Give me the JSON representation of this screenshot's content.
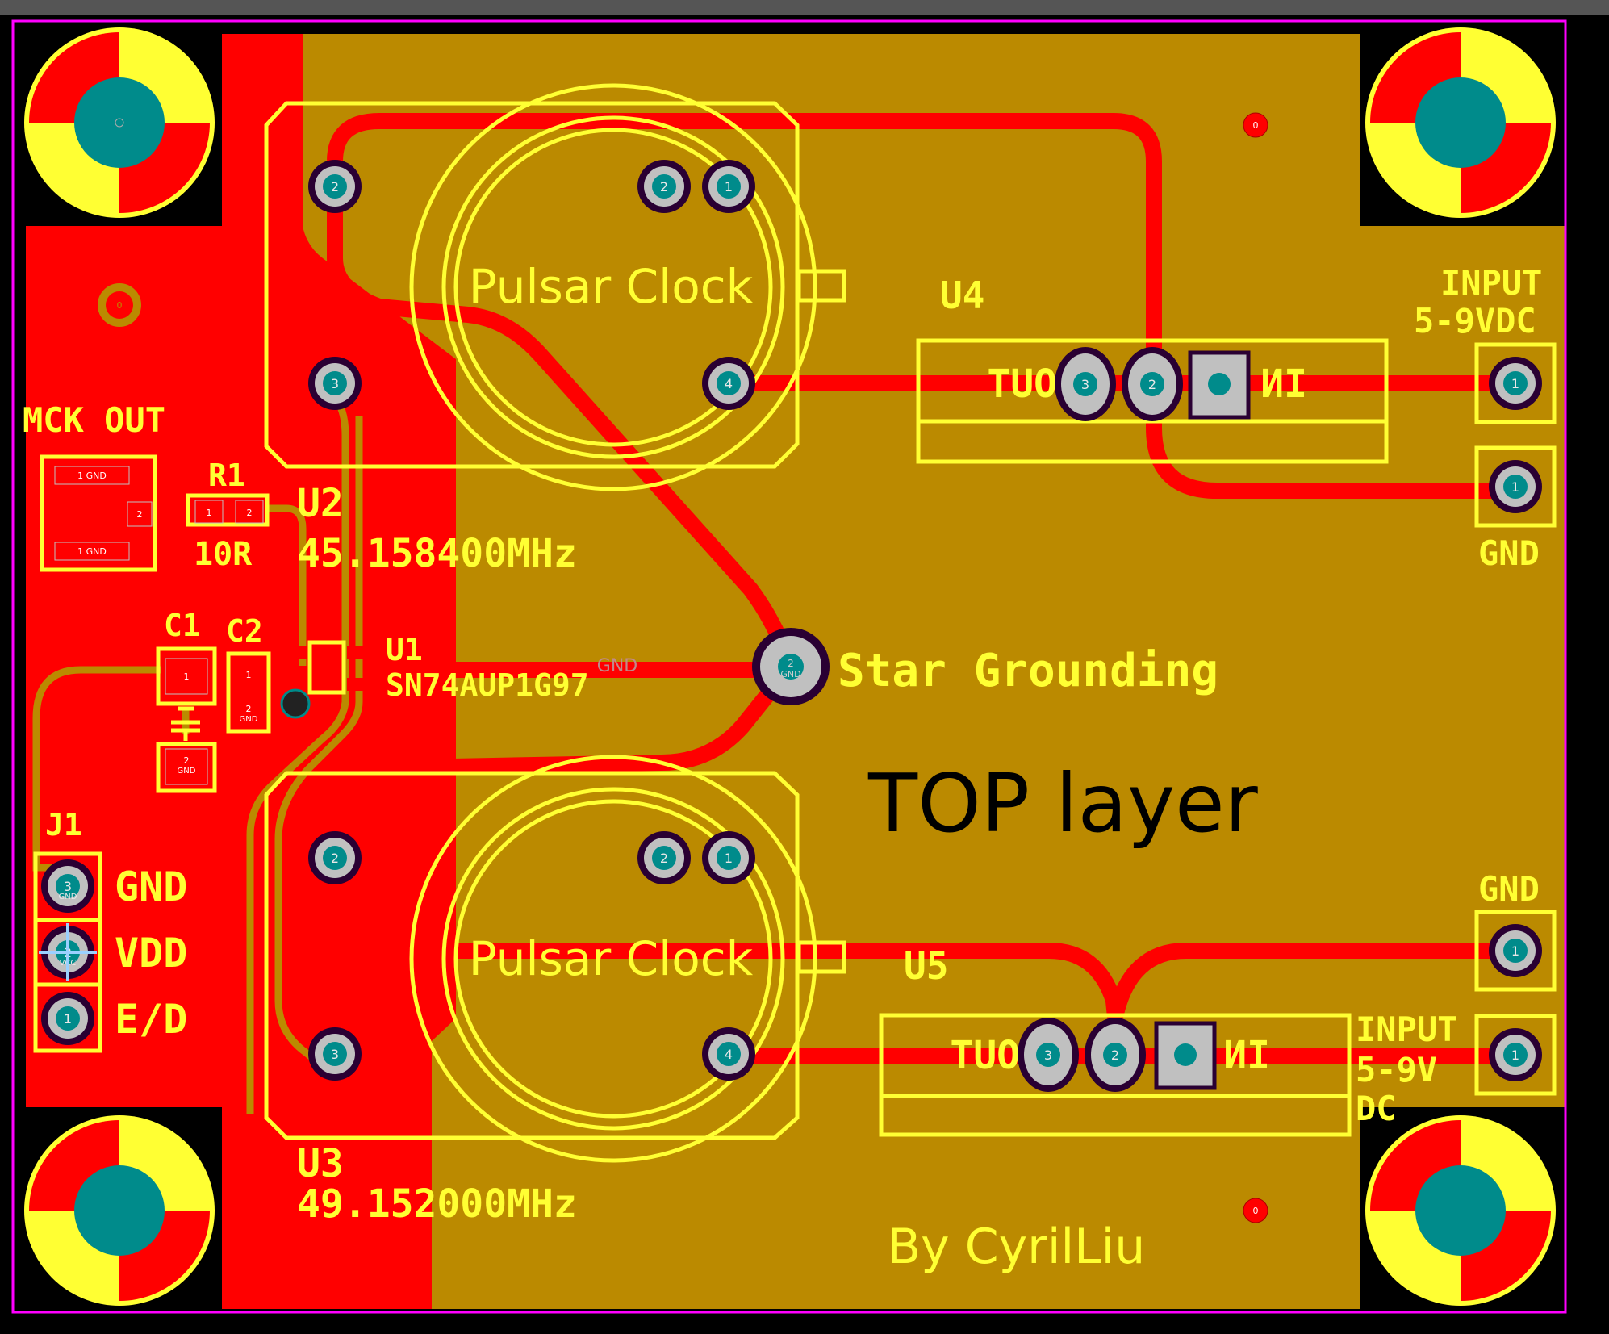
{
  "colors": {
    "background": "#000000",
    "top_copper": "#FF0000",
    "gnd_pour": "#BB8A00",
    "silkscreen": "#FFFF33",
    "pad": "#C0C0C0",
    "hole": "#008B8B",
    "outline": "#FF00FF",
    "layer_label": "#000000"
  },
  "layer_label": "TOP layer",
  "author": "By CyrilLiu",
  "star_ground_label": "Star Grounding",
  "mck_out": {
    "label": "MCK OUT",
    "pad_top": "1 GND",
    "pad_mid": "2",
    "pad_bot": "1 GND"
  },
  "r1": {
    "ref": "R1",
    "value": "10R",
    "pad1": "1",
    "pad2": "2"
  },
  "u2": {
    "ref": "U2",
    "freq": "45.158400MHz",
    "name": "Pulsar Clock"
  },
  "u3": {
    "ref": "U3",
    "freq": "49.152000MHz",
    "name": "Pulsar Clock"
  },
  "u1": {
    "ref": "U1",
    "part": "SN74AUP1G97"
  },
  "c1": {
    "ref": "C1",
    "pad1": "1",
    "pad2": "2",
    "pad2_net": "GND"
  },
  "c2": {
    "ref": "C2",
    "pad1": "1",
    "pad2": "2",
    "pad2_net": "GND"
  },
  "j1": {
    "ref": "J1",
    "pins": [
      "GND",
      "VDD",
      "E/D"
    ],
    "pin_nums": [
      "3",
      "2",
      "1"
    ],
    "pin_nets": [
      "GND",
      "VCC",
      ""
    ]
  },
  "u4": {
    "ref": "U4",
    "out": "OUT",
    "in": "IN",
    "pins": [
      "3",
      "2",
      "1"
    ]
  },
  "u5": {
    "ref": "U5",
    "out": "OUT",
    "in": "IN",
    "pins": [
      "3",
      "2",
      "1"
    ]
  },
  "p_top": {
    "input": "INPUT",
    "range": "5-9VDC",
    "gnd": "GND",
    "pin": "1"
  },
  "p_bot": {
    "gnd": "GND",
    "input": "INPUT",
    "range1": "5-9V",
    "range2": "DC",
    "pin": "1"
  },
  "osc_pins": [
    "2",
    "2",
    "1",
    "3",
    "4"
  ],
  "star_pad": {
    "num": "2",
    "net": "GND"
  },
  "via_label": "0",
  "gnd_net": "GND"
}
